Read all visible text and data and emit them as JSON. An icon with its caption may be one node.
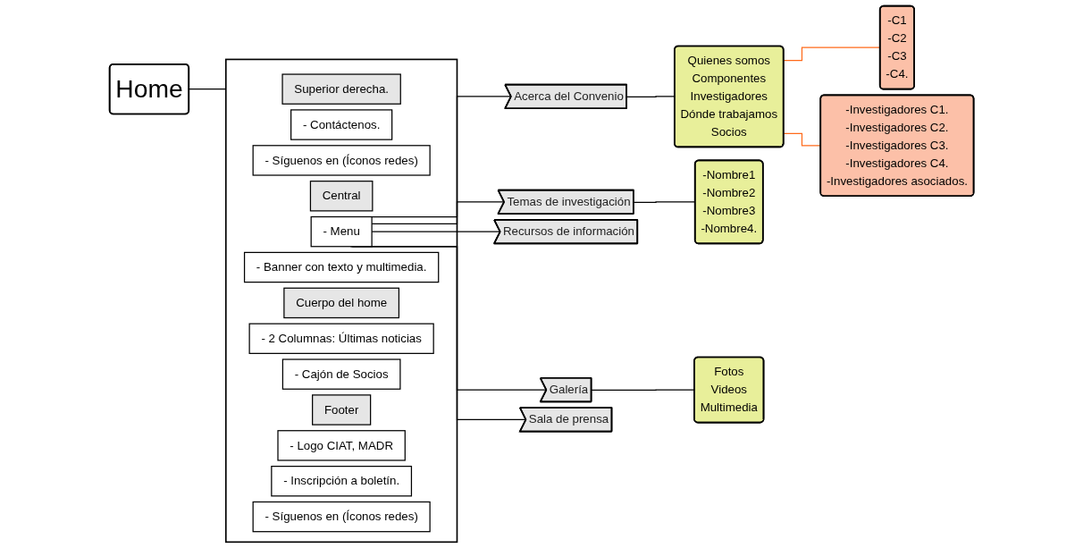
{
  "diagram": {
    "nodes": [
      {
        "text": [],
        "shape": "box"
      },
      {
        "text": [
          "Superior derecha."
        ],
        "in": 0
      },
      {
        "text": [
          "- Contáctenos."
        ],
        "in": 0
      },
      {
        "text": [
          "- Síguenos en (Íconos redes)"
        ],
        "in": 0
      },
      {
        "text": [
          "Central"
        ],
        "in": 0
      },
      {
        "text": [
          "- Menu"
        ],
        "in": 0
      },
      {
        "text": [
          "- Banner con texto y multimedia."
        ],
        "in": 0
      },
      {
        "text": [
          "Cuerpo del home"
        ],
        "in": 0
      },
      {
        "text": [
          "- 2 Columnas: Últimas noticias"
        ],
        "in": 0
      },
      {
        "text": [
          "- Cajón de Socios"
        ],
        "in": 0
      },
      {
        "text": [
          "Footer"
        ],
        "in": 0
      },
      {
        "text": [
          "- Logo CIAT, MADR"
        ],
        "in": 0
      },
      {
        "text": [
          "- Inscripción a boletín."
        ],
        "in": 0
      },
      {
        "text": [
          "- Síguenos en (Íconos redes)"
        ],
        "in": 0
      },
      {
        "text": [
          "Home"
        ]
      },
      {
        "text": [
          "Acerca del Convenio"
        ]
      },
      {
        "text": [
          "Temas de investigación"
        ]
      },
      {
        "text": [
          "Recursos de información"
        ]
      },
      {
        "text": [
          "Galería"
        ]
      },
      {
        "text": [
          "Sala de prensa"
        ]
      },
      {
        "text": [
          "Quienes somos",
          "Componentes",
          "Investigadores",
          "Dónde trabajamos",
          "Socios"
        ]
      },
      {
        "text": [
          "-C1",
          "-C2",
          "-C3",
          "-C4."
        ]
      },
      {
        "text": [
          "-Investigadores C1.",
          "-Investigadores C2.",
          "-Investigadores C3.",
          "-Investigadores C4.",
          "-Investigadores asociados."
        ]
      },
      {
        "text": [
          "-Nombre1",
          "-Nombre2",
          "-Nombre3",
          "-Nombre4."
        ]
      },
      {
        "text": [
          "Fotos",
          "Videos",
          "Multimedia"
        ]
      }
    ],
    "edges": [
      {
        "from": 14,
        "to": 0,
        "arrow": "none"
      },
      {
        "from": 5,
        "to": 15,
        "arrow": "none"
      },
      {
        "from": 5,
        "to": 16,
        "arrow": "none"
      },
      {
        "from": 5,
        "to": 17,
        "arrow": "none"
      },
      {
        "from": 5,
        "to": 18,
        "arrow": "none"
      },
      {
        "from": 5,
        "to": 19,
        "arrow": "none"
      },
      {
        "from": 15,
        "to": 20,
        "arrow": "none"
      },
      {
        "from": 20,
        "to": 21,
        "arrow": "none",
        "color": "#ff6a1a"
      },
      {
        "from": 20,
        "to": 22,
        "arrow": "none",
        "color": "#ff6a1a"
      },
      {
        "from": 16,
        "to": 23,
        "arrow": "none"
      },
      {
        "from": 18,
        "to": 24,
        "arrow": "none"
      }
    ]
  }
}
